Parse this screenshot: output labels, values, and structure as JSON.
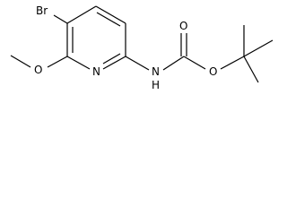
{
  "molecule": {
    "atoms": {
      "bromine": "Br",
      "methoxy_oxygen": "O",
      "ring_nitrogen": "N",
      "amide_nitrogen": "N",
      "amide_hydrogen": "H",
      "carbonyl_oxygen": "O",
      "ester_oxygen": "O"
    }
  }
}
